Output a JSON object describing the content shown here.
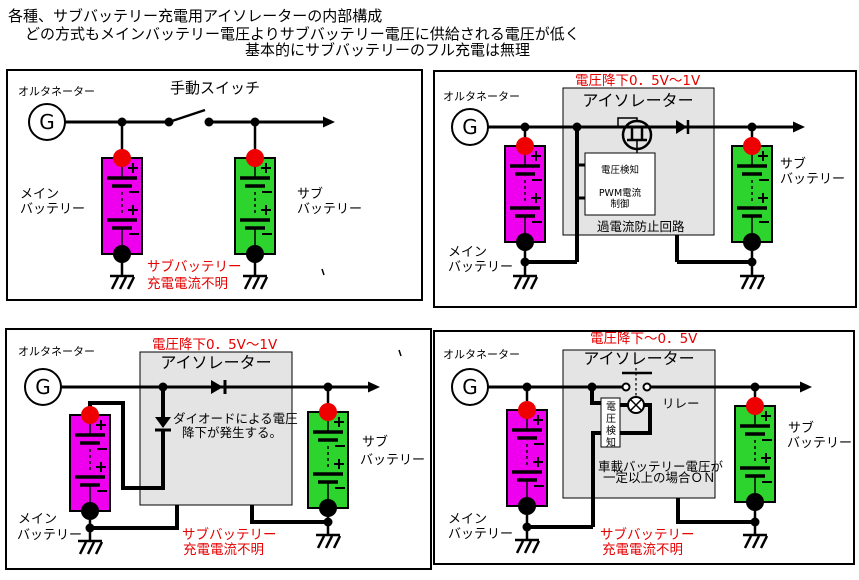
{
  "colors": {
    "background": "#FFFFFF",
    "magenta": "#EE00EE",
    "green": "#2ED42E",
    "terminal_red": "#EE0000",
    "warning_red": "#E60000",
    "box_gray": "#E4E4E4"
  },
  "title": {
    "line1": "各種、サブバッテリー充電用アイソレーターの内部構成",
    "line2": "どの方式もメインバッテリー電圧よりサブバッテリー電圧に供給される電圧が低く",
    "line3": "基本的にサブバッテリーのフル充電は無理"
  },
  "shared": {
    "alternator": "オルタネーター",
    "generator": "G",
    "isolator": "アイソレーター",
    "main_line1": "メイン",
    "main_line2": "バッテリー",
    "sub_line1": "サブ",
    "sub_line2": "バッテリー",
    "warning_line1": "サブバッテリー",
    "warning_line2": "充電電流不明"
  },
  "panels": {
    "manual": {
      "switch_title": "手動スイッチ"
    },
    "fet": {
      "voltage_drop": "電圧降下0．5V～1V",
      "voltage_detect": "電圧検知",
      "pwm_line1": "PWM電流",
      "pwm_line2": "制御",
      "overcurrent": "過電流防止回路"
    },
    "diode": {
      "voltage_drop": "電圧降下0．5V～1V",
      "note_line1": "ダイオードによる電圧",
      "note_line2": "降下が発生する。"
    },
    "relay": {
      "voltage_drop": "電圧降下～0．5V",
      "relay_label": "リレー",
      "detect_chars": [
        "電",
        "圧",
        "検",
        "知"
      ],
      "note_line1": "車載バッテリー電圧が",
      "note_line2": "一定以上の場合ＯＮ"
    }
  }
}
